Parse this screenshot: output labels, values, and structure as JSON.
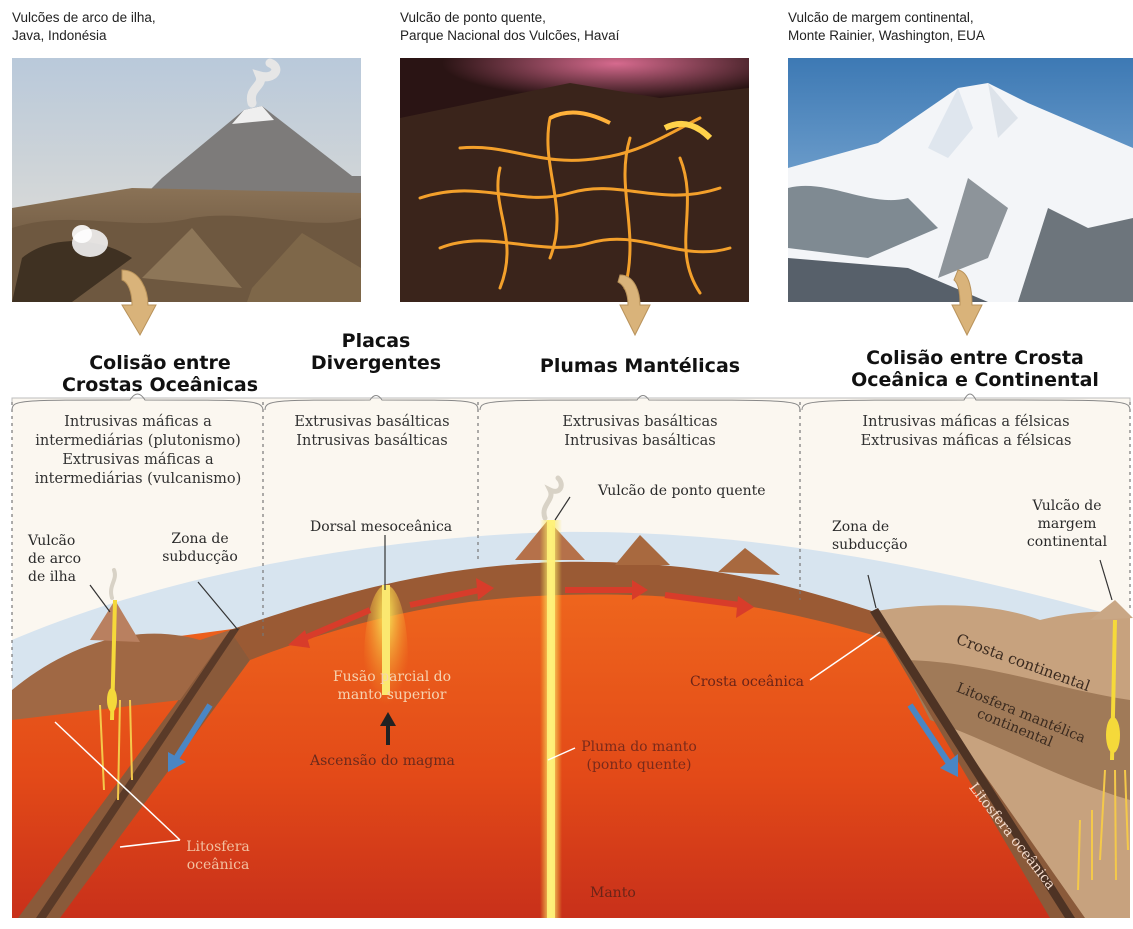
{
  "photos": [
    {
      "caption": "Vulcões de arco de ilha,\nJava, Indonésia"
    },
    {
      "caption": "Vulcão de ponto quente,\nParque Nacional dos Vulcões, Havaí"
    },
    {
      "caption": "Vulcão de margem continental,\nMonte Rainier, Washington, EUA"
    }
  ],
  "sections": [
    {
      "title": "Colisão entre\nCrostas Oceânicas",
      "rocks": "Intrusivas máficas a\nintermediárias (plutonismo)\nExtrusivas máficas a\nintermediárias (vulcanismo)"
    },
    {
      "title": "Placas\nDivergentes",
      "rocks": "Extrusivas basálticas\nIntrusivas basálticas"
    },
    {
      "title": "Plumas Mantélicas",
      "rocks": "Extrusivas basálticas\nIntrusivas basálticas"
    },
    {
      "title": "Colisão entre Crosta\nOceânica e Continental",
      "rocks": "Intrusivas máficas a félsicas\nExtrusivas máficas a félsicas"
    }
  ],
  "labels": {
    "island_arc_volcano": "Vulcão\nde arco\nde ilha",
    "subduction_zone_left": "Zona de\nsubducção",
    "mid_ocean_ridge": "Dorsal mesoceânica",
    "partial_melting": "Fusão parcial do\nmanto superior",
    "magma_ascent": "Ascensão do magma",
    "hotspot_volcano": "Vulcão de ponto quente",
    "mantle_plume": "Pluma do manto\n(ponto quente)",
    "mantle": "Manto",
    "oceanic_lithosphere_left": "Litosfera\noceânica",
    "subduction_zone_right": "Zona de\nsubducção",
    "continental_margin_volcano": "Vulcão de\nmargem\ncontinental",
    "oceanic_crust": "Crosta oceânica",
    "continental_crust": "Crosta continental",
    "continental_mantle_lithosphere": "Litosfera mantélica\ncontinental",
    "oceanic_lithosphere_right": "Litosfera oceânica"
  },
  "colors": {
    "mantle": "#e8531a",
    "lithosphere": "#9a5a34",
    "ocean": "#d7e4ef",
    "plume": "#f6e04a",
    "arrow_red": "#d83c2a",
    "arrow_blue": "#4a86c4",
    "section_arrow": "#d9b37a"
  }
}
